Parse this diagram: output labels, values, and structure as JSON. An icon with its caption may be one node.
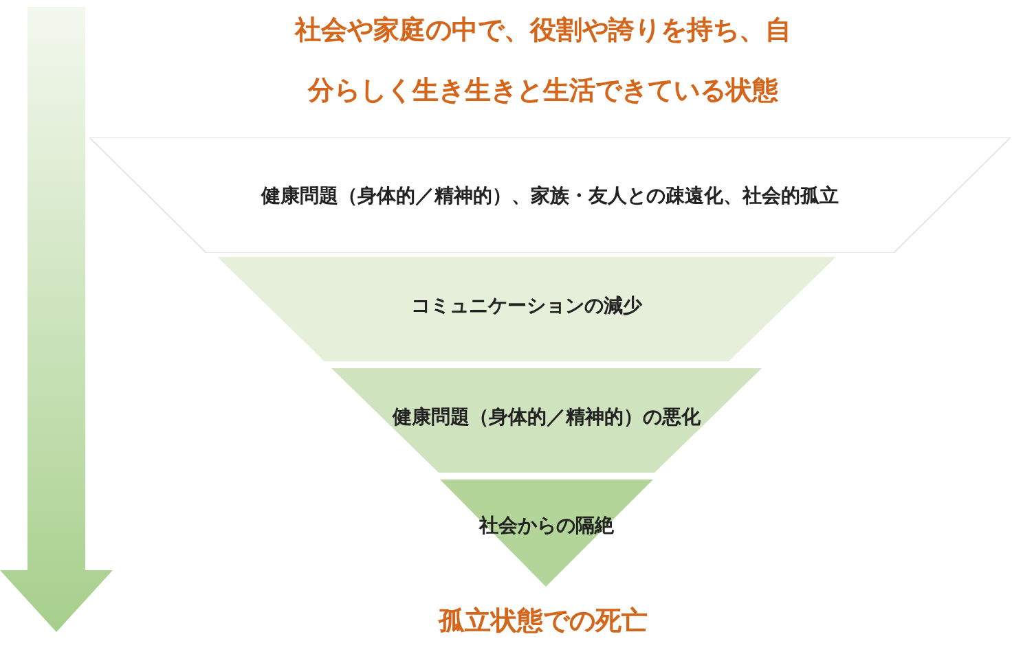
{
  "diagram": {
    "nodes": [
      {
        "text": [
          "健康問題（身体的／精神的）、家族・友人との疎遠化、社会的孤立"
        ]
      },
      {
        "text": [
          "コミュニケーションの減少"
        ]
      },
      {
        "text": [
          "健康問題（身体的／精神的）の悪化"
        ]
      },
      {
        "text": [
          "社会からの隔絶"
        ]
      }
    ],
    "labels": [
      "社会や家庭の中で、役割や誇りを持ち、自分らしく生き生きと生活できている状態",
      "孤立状態での死亡"
    ]
  }
}
